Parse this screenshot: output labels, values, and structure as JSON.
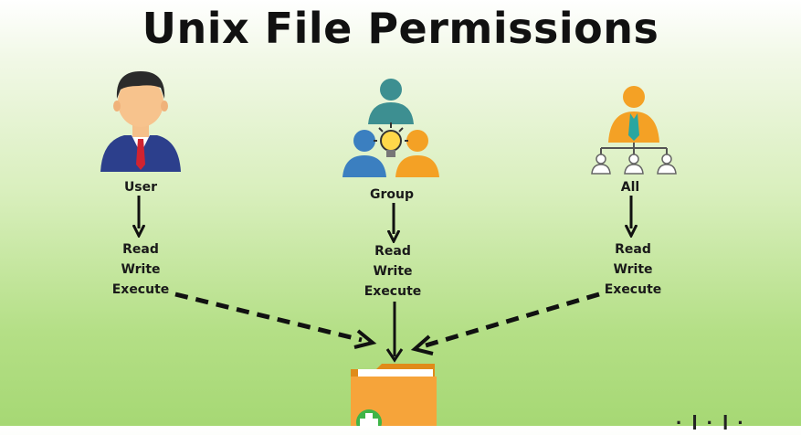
{
  "title": "Unix File Permissions",
  "entities": [
    {
      "label": "User",
      "icon": "user-person-icon"
    },
    {
      "label": "Group",
      "icon": "group-people-icon"
    },
    {
      "label": "All",
      "icon": "all-org-chart-icon"
    }
  ],
  "permissions": [
    "Read",
    "Write",
    "Execute"
  ],
  "target_icon": "folder-plus-icon",
  "watermark": "· l · l ·",
  "colors": {
    "accent_orange": "#f4a125",
    "teal": "#3d8f91",
    "navy": "#2c3f8c",
    "arrow": "#111111"
  }
}
